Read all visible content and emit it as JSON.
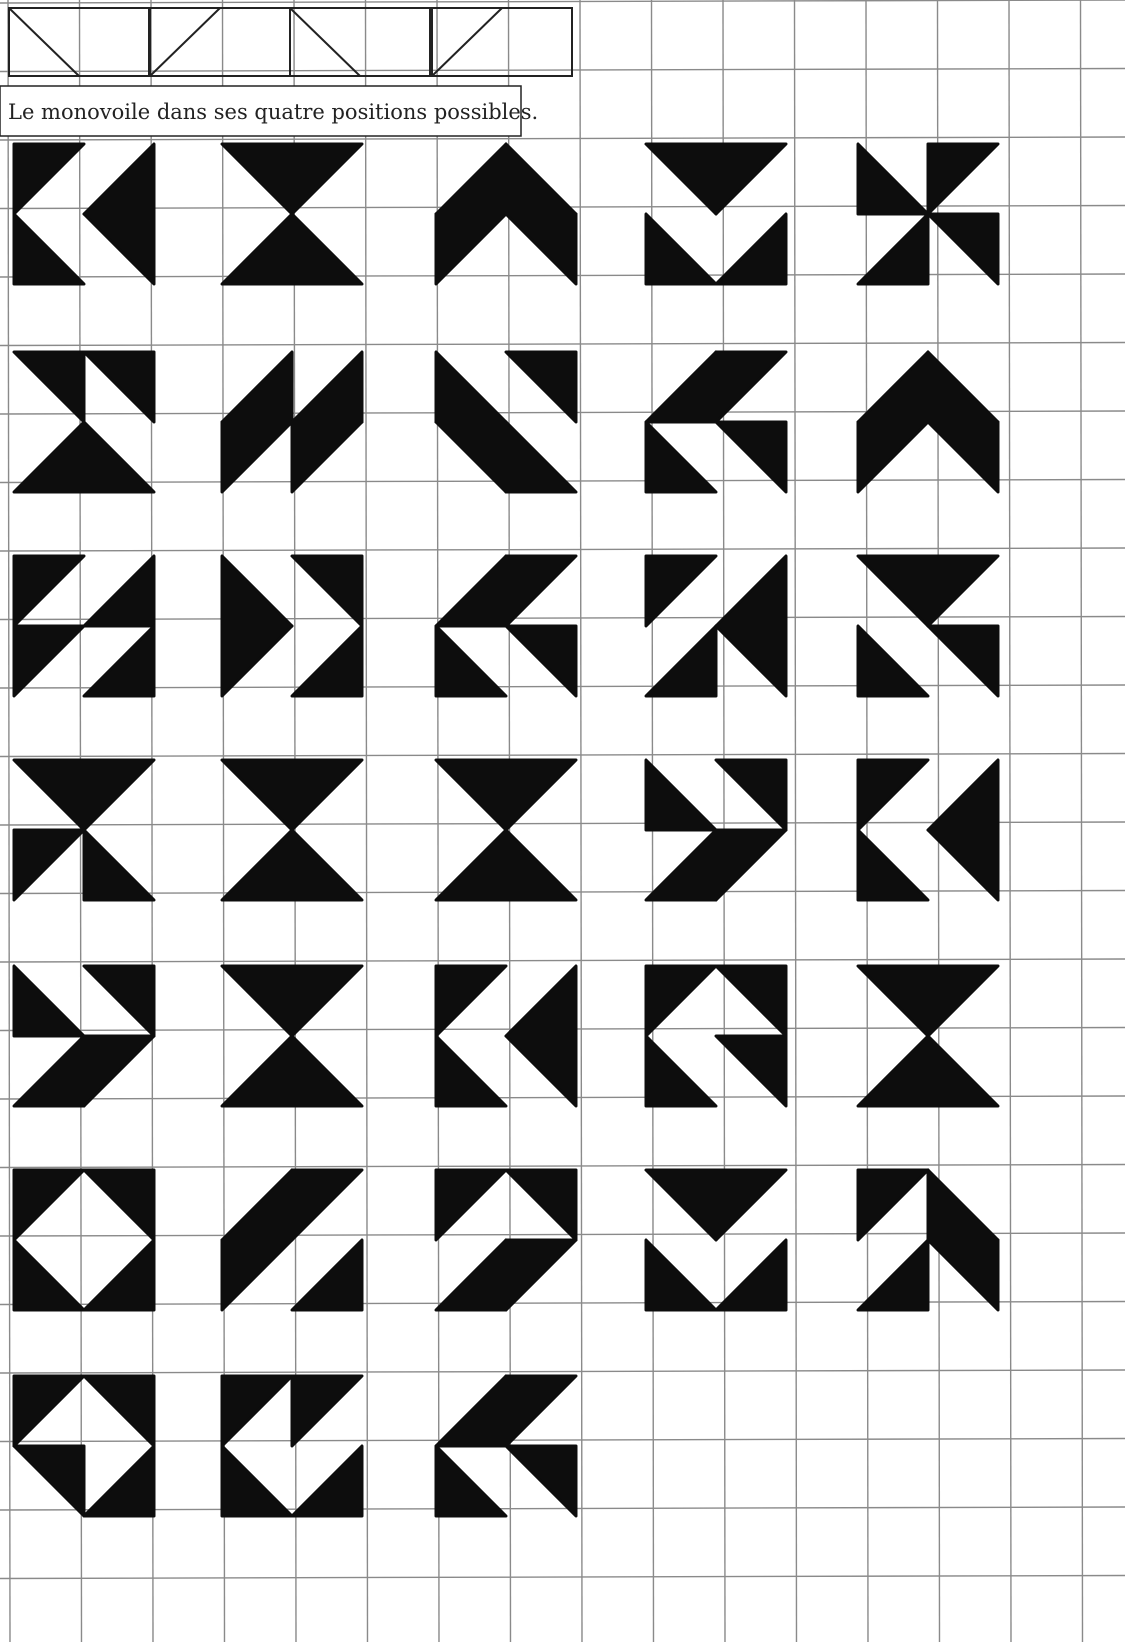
{
  "caption": "Le monovoile dans ses quatre positions possibles.",
  "colors": {
    "paper": "#ffffff",
    "grid_line": "#8a8a8a",
    "ink": "#0d0d0d",
    "frame": "#222222"
  },
  "legend": {
    "name": "monovoile",
    "positions": [
      {
        "id": 1,
        "diagonal": "down",
        "triangle": "lower-left"
      },
      {
        "id": 2,
        "diagonal": "up",
        "triangle": "upper-left"
      },
      {
        "id": 3,
        "diagonal": "down",
        "triangle": "upper-right"
      },
      {
        "id": 4,
        "diagonal": "up",
        "triangle": "lower-right"
      }
    ]
  },
  "figures": [
    {
      "row": 1,
      "col": 1,
      "quadrants": [
        2,
        4,
        1,
        3
      ]
    },
    {
      "row": 1,
      "col": 2,
      "quadrants": [
        3,
        2,
        4,
        1
      ]
    },
    {
      "row": 1,
      "col": 3,
      "quadrants": [
        4,
        1,
        2,
        3
      ]
    },
    {
      "row": 1,
      "col": 4,
      "quadrants": [
        3,
        2,
        1,
        4
      ]
    },
    {
      "row": 1,
      "col": 5,
      "quadrants": [
        1,
        2,
        4,
        3
      ]
    },
    {
      "row": 2,
      "col": 1,
      "quadrants": [
        3,
        3,
        4,
        1
      ]
    },
    {
      "row": 2,
      "col": 2,
      "quadrants": [
        4,
        4,
        2,
        2
      ]
    },
    {
      "row": 2,
      "col": 3,
      "quadrants": [
        1,
        3,
        3,
        1
      ]
    },
    {
      "row": 2,
      "col": 4,
      "quadrants": [
        4,
        2,
        1,
        3
      ]
    },
    {
      "row": 2,
      "col": 5,
      "quadrants": [
        4,
        1,
        2,
        3
      ]
    },
    {
      "row": 3,
      "col": 1,
      "quadrants": [
        2,
        4,
        2,
        4
      ]
    },
    {
      "row": 3,
      "col": 2,
      "quadrants": [
        1,
        3,
        2,
        4
      ]
    },
    {
      "row": 3,
      "col": 3,
      "quadrants": [
        4,
        2,
        1,
        3
      ]
    },
    {
      "row": 3,
      "col": 4,
      "quadrants": [
        2,
        4,
        4,
        3
      ]
    },
    {
      "row": 3,
      "col": 5,
      "quadrants": [
        3,
        2,
        1,
        3
      ]
    },
    {
      "row": 4,
      "col": 1,
      "quadrants": [
        3,
        2,
        2,
        1
      ]
    },
    {
      "row": 4,
      "col": 2,
      "quadrants": [
        3,
        2,
        4,
        1
      ]
    },
    {
      "row": 4,
      "col": 3,
      "quadrants": [
        3,
        2,
        4,
        1
      ]
    },
    {
      "row": 4,
      "col": 4,
      "quadrants": [
        1,
        3,
        4,
        2
      ]
    },
    {
      "row": 4,
      "col": 5,
      "quadrants": [
        2,
        4,
        1,
        3
      ]
    },
    {
      "row": 5,
      "col": 1,
      "quadrants": [
        1,
        3,
        4,
        2
      ]
    },
    {
      "row": 5,
      "col": 2,
      "quadrants": [
        3,
        2,
        4,
        1
      ]
    },
    {
      "row": 5,
      "col": 3,
      "quadrants": [
        2,
        4,
        1,
        3
      ]
    },
    {
      "row": 5,
      "col": 4,
      "quadrants": [
        2,
        3,
        1,
        3
      ]
    },
    {
      "row": 5,
      "col": 5,
      "quadrants": [
        3,
        2,
        4,
        1
      ]
    },
    {
      "row": 6,
      "col": 1,
      "quadrants": [
        2,
        3,
        1,
        4
      ]
    },
    {
      "row": 6,
      "col": 2,
      "quadrants": [
        4,
        2,
        2,
        4
      ]
    },
    {
      "row": 6,
      "col": 3,
      "quadrants": [
        2,
        3,
        4,
        2
      ]
    },
    {
      "row": 6,
      "col": 4,
      "quadrants": [
        3,
        2,
        1,
        4
      ]
    },
    {
      "row": 6,
      "col": 5,
      "quadrants": [
        2,
        1,
        4,
        3
      ]
    },
    {
      "row": 7,
      "col": 1,
      "quadrants": [
        2,
        3,
        3,
        4
      ]
    },
    {
      "row": 7,
      "col": 2,
      "quadrants": [
        2,
        2,
        1,
        4
      ]
    },
    {
      "row": 7,
      "col": 3,
      "quadrants": [
        4,
        2,
        1,
        3
      ]
    }
  ]
}
